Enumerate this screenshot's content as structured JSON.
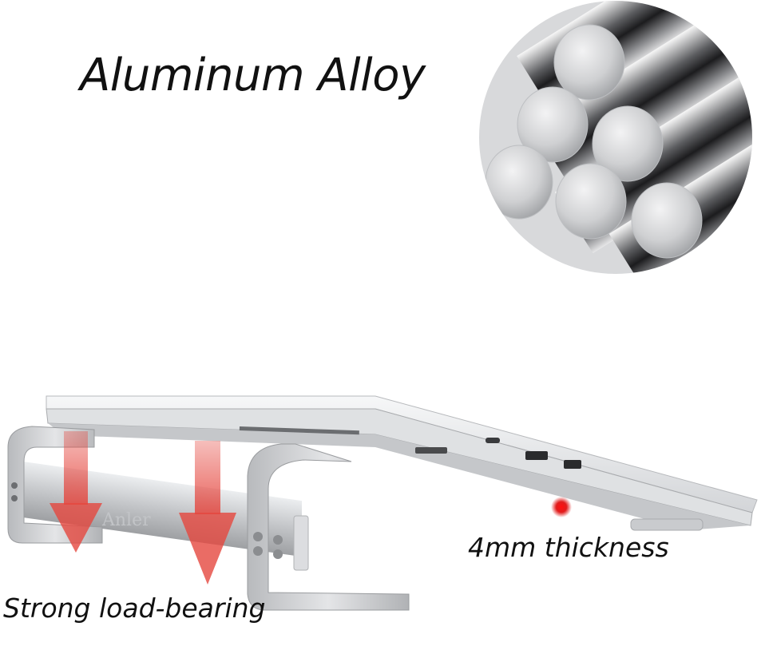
{
  "headline": "Aluminum Alloy",
  "callouts": {
    "thickness": "4mm thickness",
    "load": "Strong load-bearing"
  },
  "brand_mark": "Anler",
  "colors": {
    "arrow": "#e5473f",
    "dot": "#e11d1d",
    "metal": "#c9cbce",
    "text": "#111111"
  }
}
